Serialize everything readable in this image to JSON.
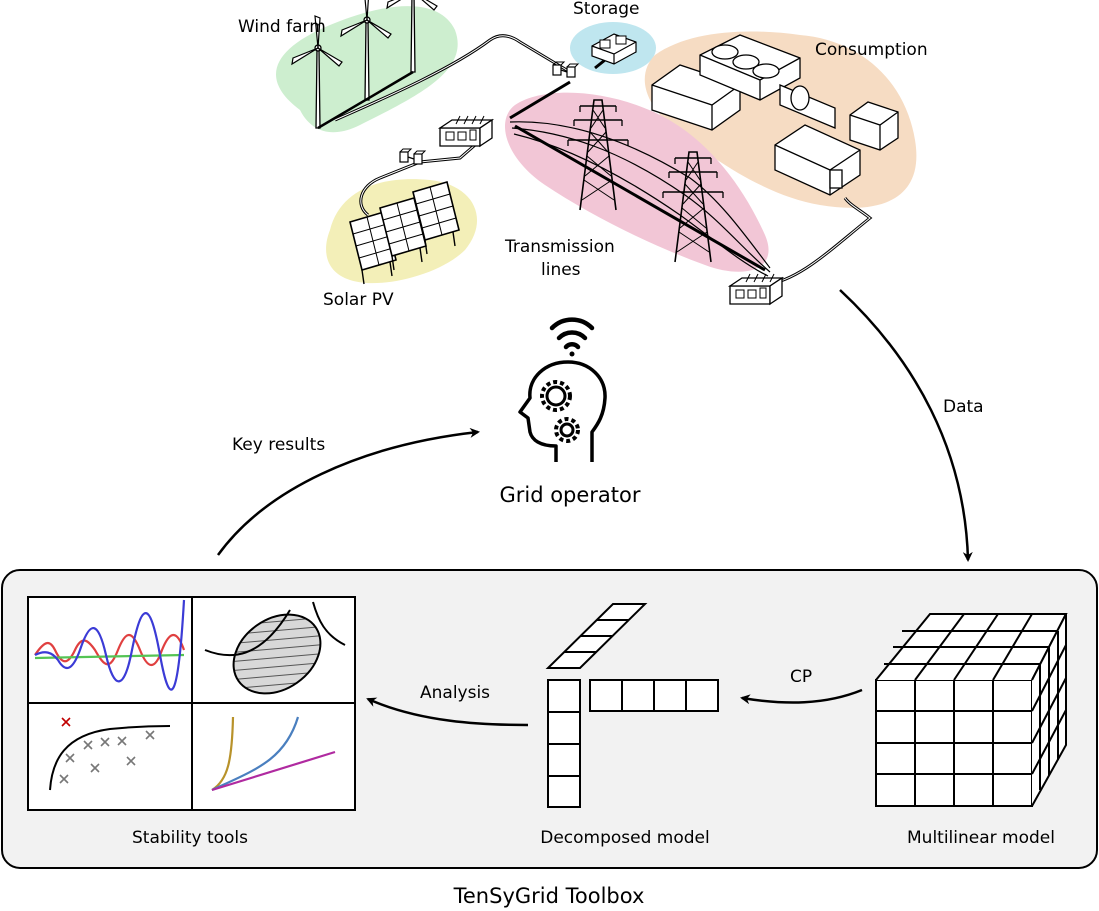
{
  "grid": {
    "wind_farm": "Wind farm",
    "storage": "Storage",
    "consumption": "Consumption",
    "solar_pv": "Solar PV",
    "transmission_line1": "Transmission",
    "transmission_line2": "lines"
  },
  "operator": {
    "label": "Grid operator"
  },
  "flows": {
    "data": "Data",
    "key_results": "Key results",
    "cp": "CP",
    "analysis": "Analysis"
  },
  "toolbox": {
    "title": "TenSyGrid Toolbox",
    "stability_tools": "Stability tools",
    "decomposed_model": "Decomposed model",
    "multilinear_model": "Multilinear model"
  },
  "colors": {
    "wind_blob": "#cdeecf",
    "storage_blob": "#bfe6ef",
    "consumption_blob": "#f6dcc3",
    "solar_blob": "#f3efb8",
    "transmission_blob": "#f2c6d6",
    "toolbox_bg": "#f2f2f2",
    "curve_blue": "#3b3bd6",
    "curve_red": "#e04040",
    "curve_green": "#54c454",
    "curve_gold": "#b8922a",
    "curve_steel": "#4a7fbf",
    "curve_magenta": "#b02aa0",
    "unstable_marker": "#c00000"
  },
  "icons": [
    "wind-turbine-icon",
    "battery-storage-icon",
    "factory-icon",
    "solar-panel-icon",
    "transmission-tower-icon",
    "substation-icon",
    "wifi-icon",
    "head-gears-icon",
    "tensor-cube-icon"
  ]
}
